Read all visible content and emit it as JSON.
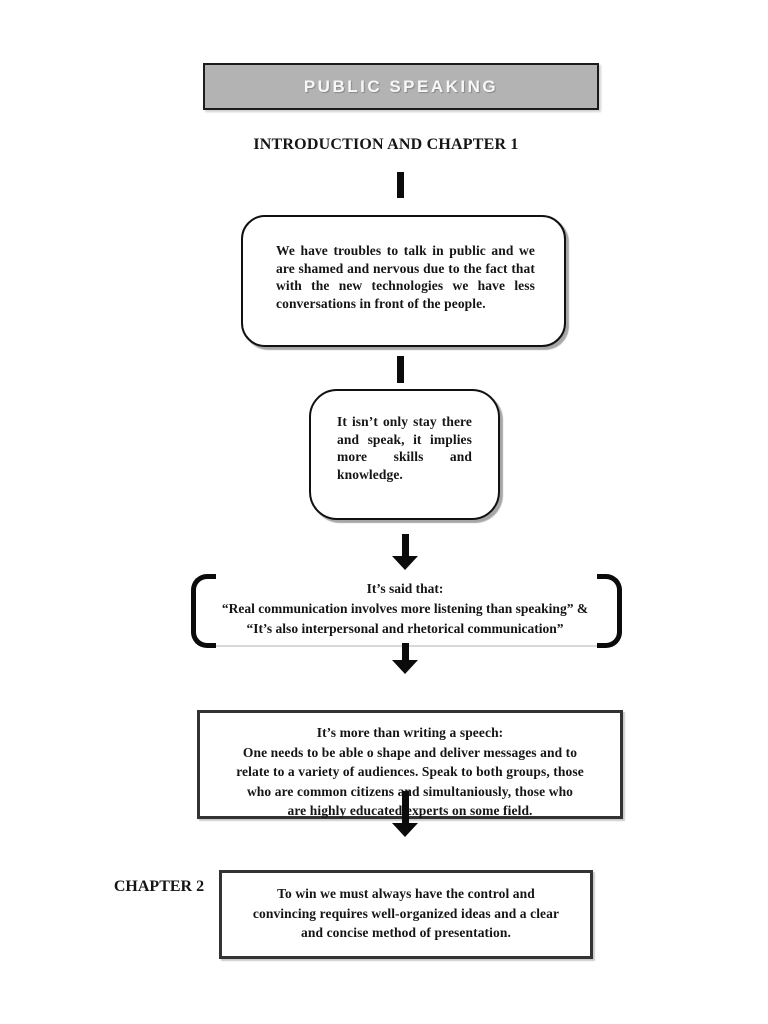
{
  "page": {
    "banner_title": "PUBLIC SPEAKING",
    "section_heading": "INTRODUCTION AND CHAPTER 1",
    "chapter2_label": "CHAPTER 2"
  },
  "flowchart": {
    "node_intro": {
      "text": "We have troubles to talk in public and we are shamed and nervous due to the fact that with the new technologies we have less conversations in front of the people."
    },
    "node_skills": {
      "text": "It isn’t only stay there and speak, it implies more skills and knowledge."
    },
    "brace_note": {
      "text": "It’s said that:\n“Real communication involves more listening than speaking” &\n“It’s also interpersonal and rhetorical communication”"
    },
    "node_speech": {
      "text": "It’s more than writing a speech:\nOne needs to be able o shape and deliver messages and to\nrelate to a variety of audiences. Speak to both groups, those\nwho are common citizens and simultaniously, those who\nare highly educated experts on some field."
    },
    "node_control": {
      "text": "To win we must always have the control and\nconvincing requires well-organized ideas and a clear\nand concise method of presentation."
    }
  },
  "colors": {
    "banner_fill": "#b3b3b3",
    "banner_text": "#f7f7f7",
    "ink": "#151515",
    "rounded_box_border": "#111111",
    "square_box_border": "#333333",
    "connector": "#0b0b0b",
    "page_background": "#ffffff"
  }
}
